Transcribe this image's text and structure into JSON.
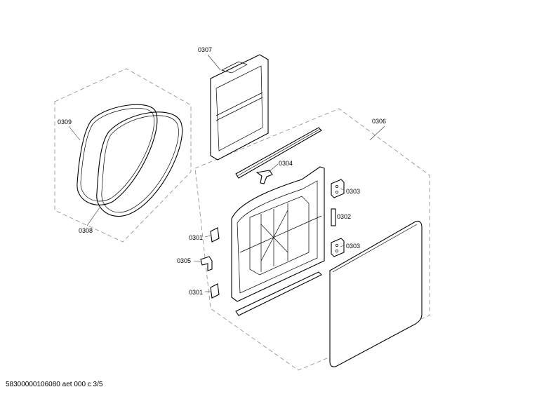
{
  "labels": {
    "p0307": "0307",
    "p0309": "0309",
    "p0308": "0308",
    "p0306": "0306",
    "p0304": "0304",
    "p0303a": "0303",
    "p0302": "0302",
    "p0303b": "0303",
    "p0301a": "0301",
    "p0305": "0305",
    "p0301b": "0301"
  },
  "footer": "58300000106080 aet 000 c 3/5"
}
